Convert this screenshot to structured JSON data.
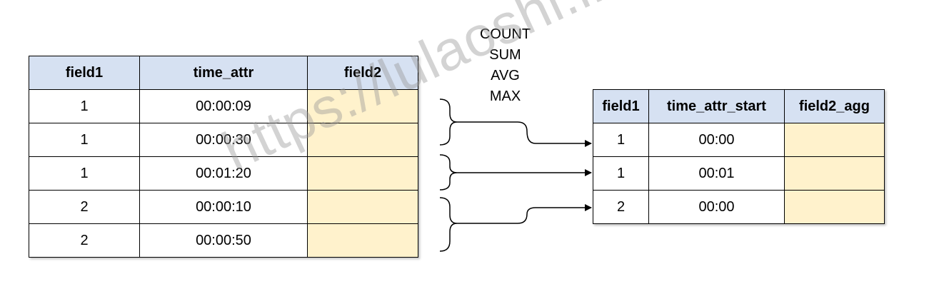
{
  "source_table": {
    "headers": [
      "field1",
      "time_attr",
      "field2"
    ],
    "rows": [
      [
        "1",
        "00:00:09",
        ""
      ],
      [
        "1",
        "00:00:30",
        ""
      ],
      [
        "1",
        "00:01:20",
        ""
      ],
      [
        "2",
        "00:00:10",
        ""
      ],
      [
        "2",
        "00:00:50",
        ""
      ]
    ]
  },
  "aggregations": [
    "COUNT",
    "SUM",
    "AVG",
    "MAX"
  ],
  "result_table": {
    "headers": [
      "field1",
      "time_attr_start",
      "field2_agg"
    ],
    "rows": [
      [
        "1",
        "00:00",
        ""
      ],
      [
        "1",
        "00:01",
        ""
      ],
      [
        "2",
        "00:00",
        ""
      ]
    ]
  },
  "watermark": "https://lulaoshi.info/",
  "colors": {
    "header_fill": "#d6e1f2",
    "value_fill": "#fff2cc",
    "border": "#000000"
  }
}
